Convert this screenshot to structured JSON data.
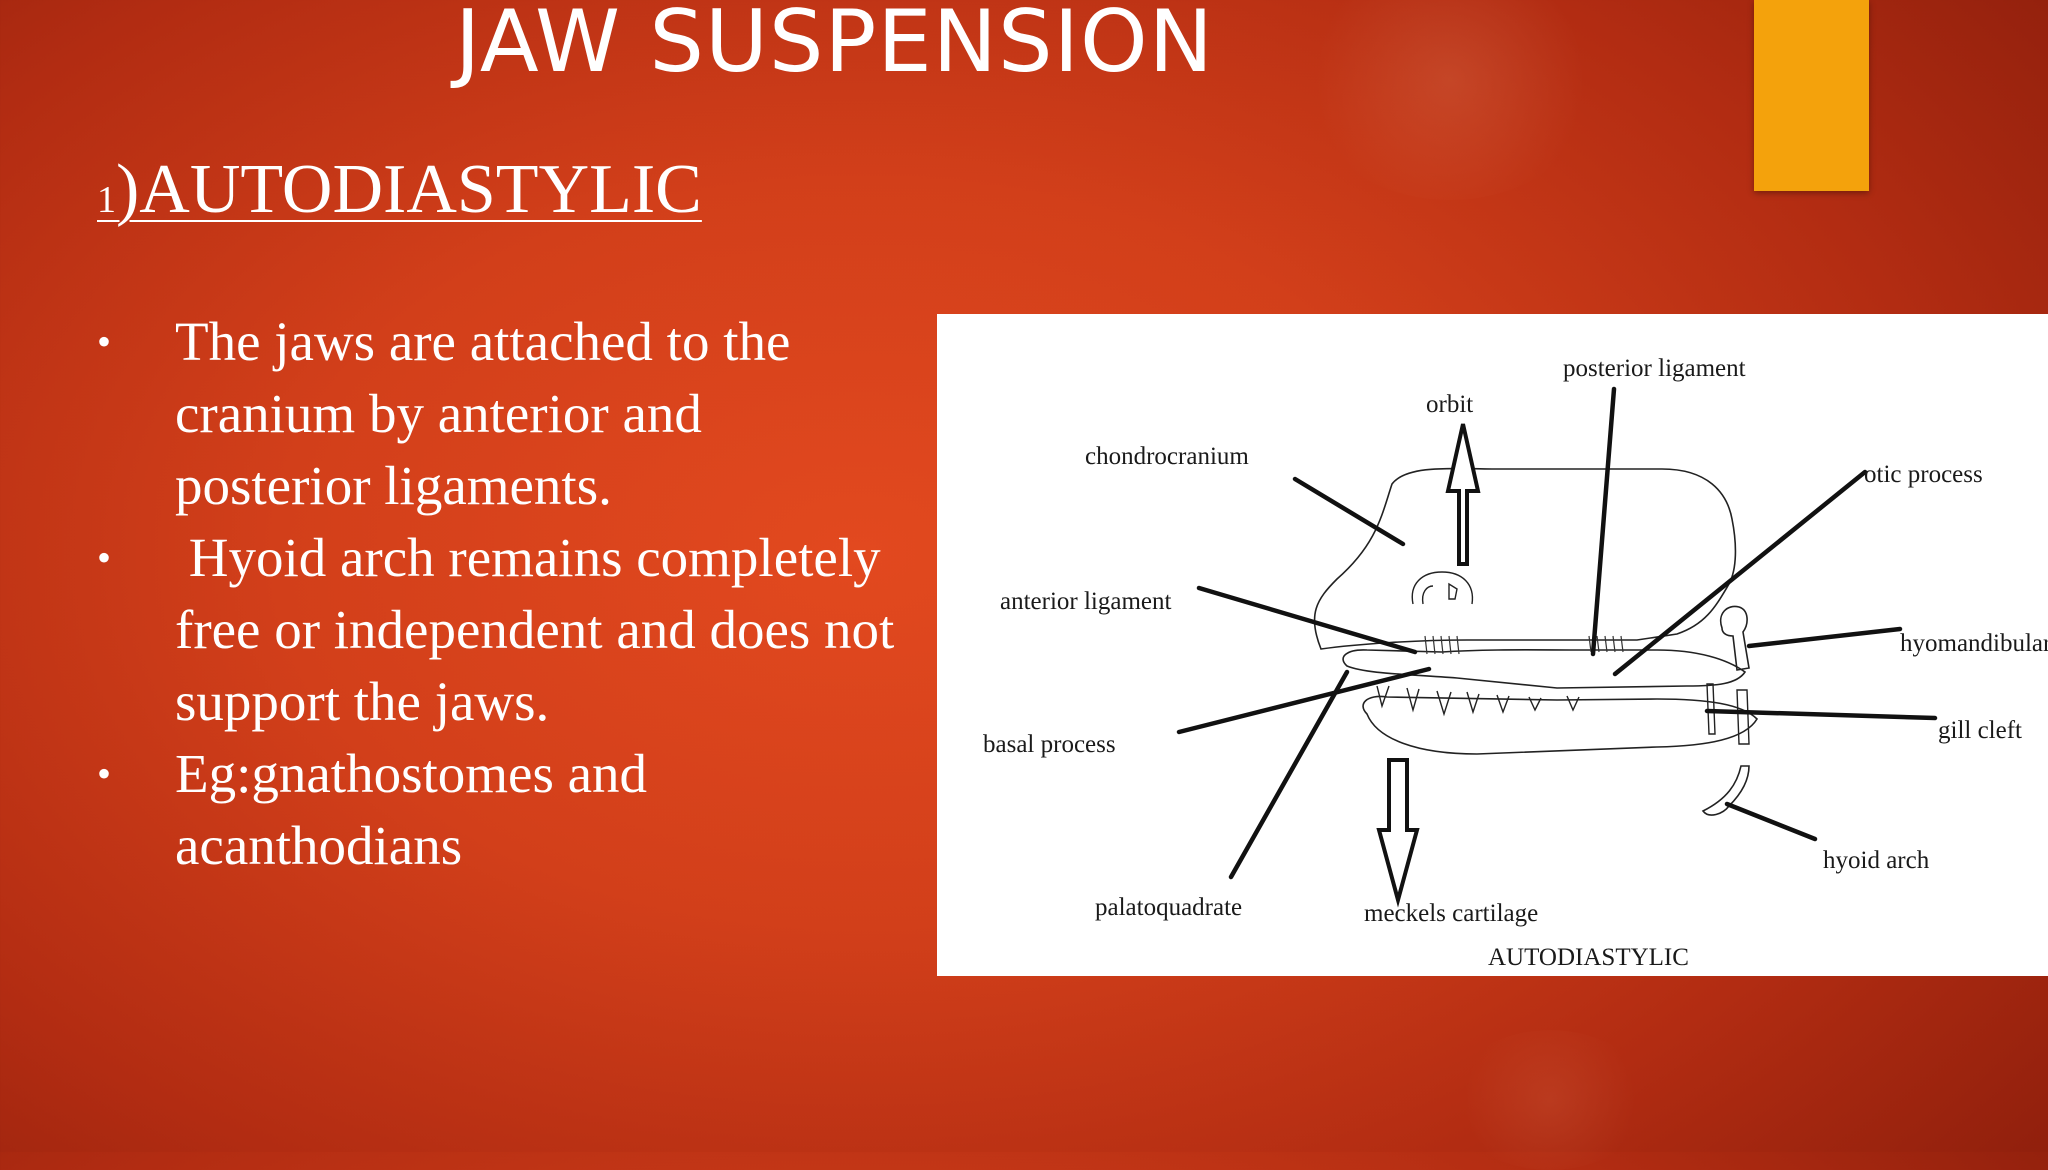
{
  "slide": {
    "title": "JAW SUSPENSION",
    "subtitle_number": "1",
    "subtitle_text": ")AUTODIASTYLIC",
    "accent_color": "#f4a20c",
    "bullet_glyph": "•",
    "bullets": [
      "The jaws are attached to the cranium by anterior and posterior ligaments.",
      " Hyoid arch remains completely free or independent and does not support the jaws.",
      "Eg:gnathostomes and acanthodians"
    ]
  },
  "figure": {
    "caption": "AUTODIASTYLIC",
    "labels": {
      "posterior_ligament": "posterior ligament",
      "orbit": "orbit",
      "chondrocranium": "chondrocranium",
      "otic_process": "otic process",
      "anterior_ligament": "anterior ligament",
      "hyomandibular": "hyomandibular",
      "basal_process": "basal process",
      "gill_cleft": "gill cleft",
      "hyoid_arch": "hyoid arch",
      "palatoquadrate": "palatoquadrate",
      "meckels_cartilage": "meckels cartilage"
    }
  }
}
